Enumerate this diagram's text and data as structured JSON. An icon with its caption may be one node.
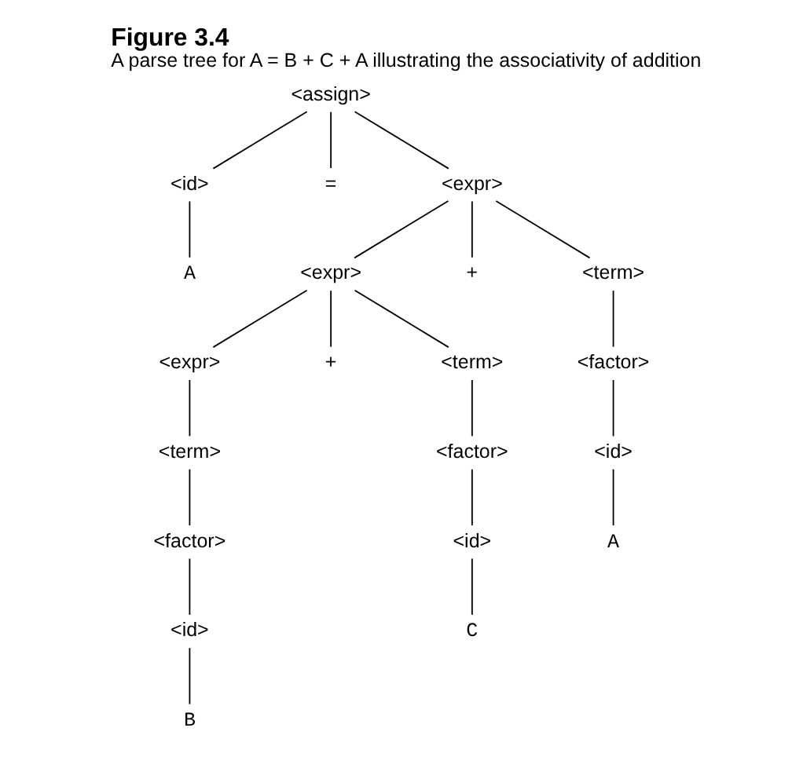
{
  "diagram": {
    "title": "Figure 3.4",
    "caption": "A parse tree for A = B + C + A illustrating the associativity of addition",
    "nodes": [
      {
        "text": [
          "<assign>"
        ]
      },
      {
        "text": [
          "<id>"
        ]
      },
      {
        "text": [
          "="
        ]
      },
      {
        "text": [
          "<expr>"
        ]
      },
      {
        "text": [
          "A"
        ]
      },
      {
        "text": [
          "<expr>"
        ]
      },
      {
        "text": [
          "+"
        ]
      },
      {
        "text": [
          "<term>"
        ]
      },
      {
        "text": [
          "<expr>"
        ]
      },
      {
        "text": [
          "+"
        ]
      },
      {
        "text": [
          "<term>"
        ]
      },
      {
        "text": [
          "<factor>"
        ]
      },
      {
        "text": [
          "<term>"
        ]
      },
      {
        "text": [
          "<factor>"
        ]
      },
      {
        "text": [
          "<id>"
        ]
      },
      {
        "text": [
          "<factor>"
        ]
      },
      {
        "text": [
          "<id>"
        ]
      },
      {
        "text": [
          "A"
        ]
      },
      {
        "text": [
          "<id>"
        ]
      },
      {
        "text": [
          "C"
        ]
      },
      {
        "text": [
          "B"
        ]
      }
    ],
    "edges": [
      {
        "from": 0,
        "to": 1,
        "arrow": "none"
      },
      {
        "from": 0,
        "to": 2,
        "arrow": "none"
      },
      {
        "from": 0,
        "to": 3,
        "arrow": "none"
      },
      {
        "from": 1,
        "to": 4,
        "arrow": "none"
      },
      {
        "from": 3,
        "to": 5,
        "arrow": "none"
      },
      {
        "from": 3,
        "to": 6,
        "arrow": "none"
      },
      {
        "from": 3,
        "to": 7,
        "arrow": "none"
      },
      {
        "from": 5,
        "to": 8,
        "arrow": "none"
      },
      {
        "from": 5,
        "to": 9,
        "arrow": "none"
      },
      {
        "from": 5,
        "to": 10,
        "arrow": "none"
      },
      {
        "from": 7,
        "to": 11,
        "arrow": "none"
      },
      {
        "from": 8,
        "to": 12,
        "arrow": "none"
      },
      {
        "from": 10,
        "to": 13,
        "arrow": "none"
      },
      {
        "from": 11,
        "to": 14,
        "arrow": "none"
      },
      {
        "from": 12,
        "to": 15,
        "arrow": "none"
      },
      {
        "from": 13,
        "to": 16,
        "arrow": "none"
      },
      {
        "from": 14,
        "to": 17,
        "arrow": "none"
      },
      {
        "from": 15,
        "to": 18,
        "arrow": "none"
      },
      {
        "from": 16,
        "to": 19,
        "arrow": "none"
      },
      {
        "from": 18,
        "to": 20,
        "arrow": "none"
      }
    ]
  }
}
